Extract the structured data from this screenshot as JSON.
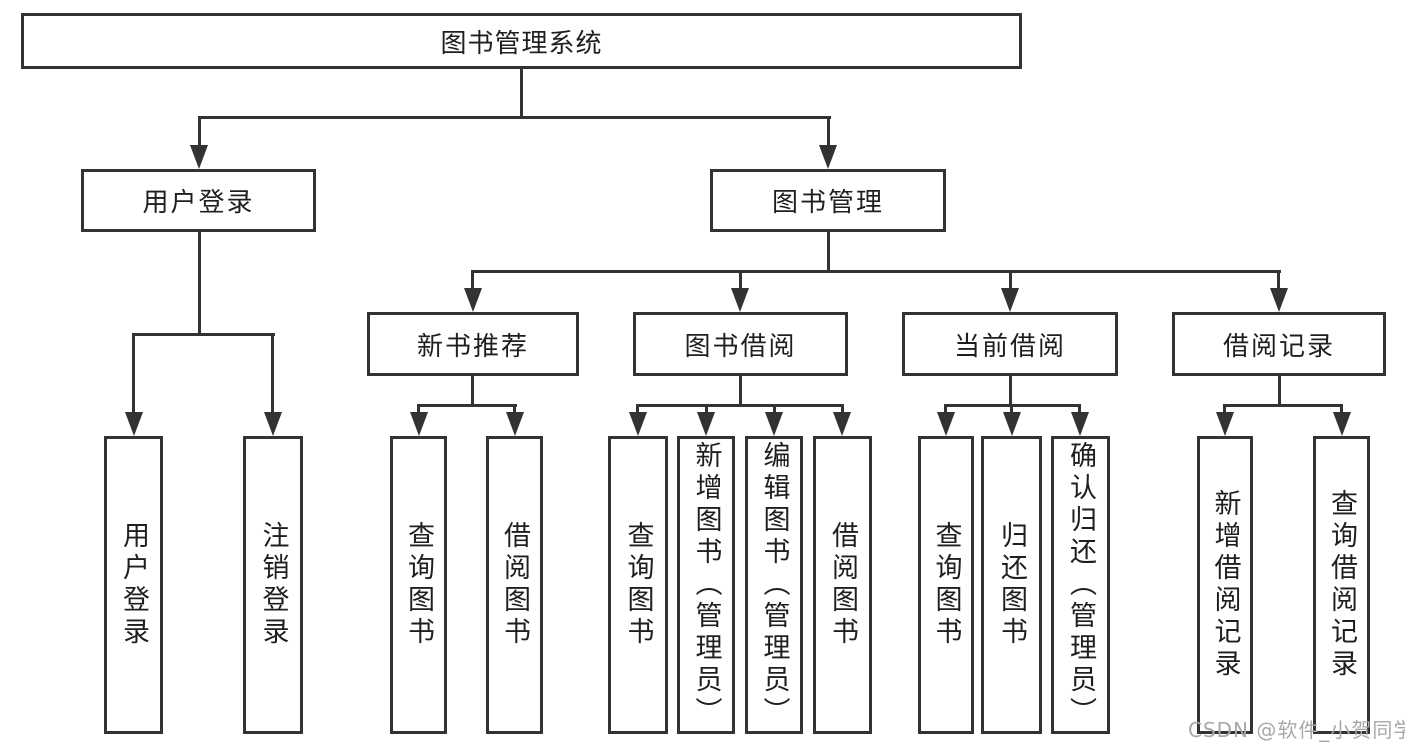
{
  "diagram": {
    "root": "图书管理系统",
    "branches": [
      {
        "label": "用户登录",
        "leaves": [
          "用户登录",
          "注销登录"
        ]
      },
      {
        "label": "图书管理",
        "children": [
          {
            "label": "新书推荐",
            "leaves": [
              "查询图书",
              "借阅图书"
            ]
          },
          {
            "label": "图书借阅",
            "leaves": [
              "查询图书",
              "新增图书（管理员）",
              "编辑图书（管理员）",
              "借阅图书"
            ]
          },
          {
            "label": "当前借阅",
            "leaves": [
              "查询图书",
              "归还图书",
              "确认归还（管理员）"
            ]
          },
          {
            "label": "借阅记录",
            "leaves": [
              "新增借阅记录",
              "查询借阅记录"
            ]
          }
        ]
      }
    ]
  },
  "watermark": {
    "text": "CSDN @软件_小贺同学",
    "color": "#a8a8a8"
  },
  "colors": {
    "line": "#333333",
    "box_background": "#ffffff",
    "text": "#1f1f1f"
  }
}
